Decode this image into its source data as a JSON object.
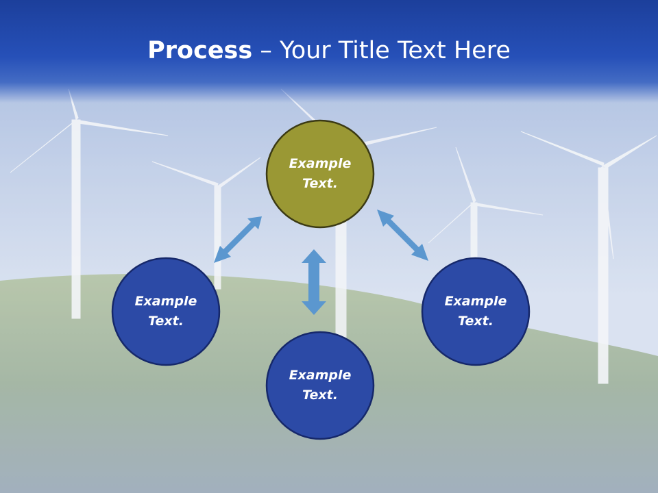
{
  "slide": {
    "title_bold": "Process",
    "title_rest": " – Your Title Text Here"
  },
  "diagram": {
    "top_node": "Example Text.",
    "left_node": "Example Text.",
    "right_node": "Example Text.",
    "bottom_node": "Example Text."
  },
  "colors": {
    "title_bar": "#2650b8",
    "node_blue": "#2c4aa6",
    "node_olive": "#9a9834",
    "arrow": "#5b97cf"
  }
}
